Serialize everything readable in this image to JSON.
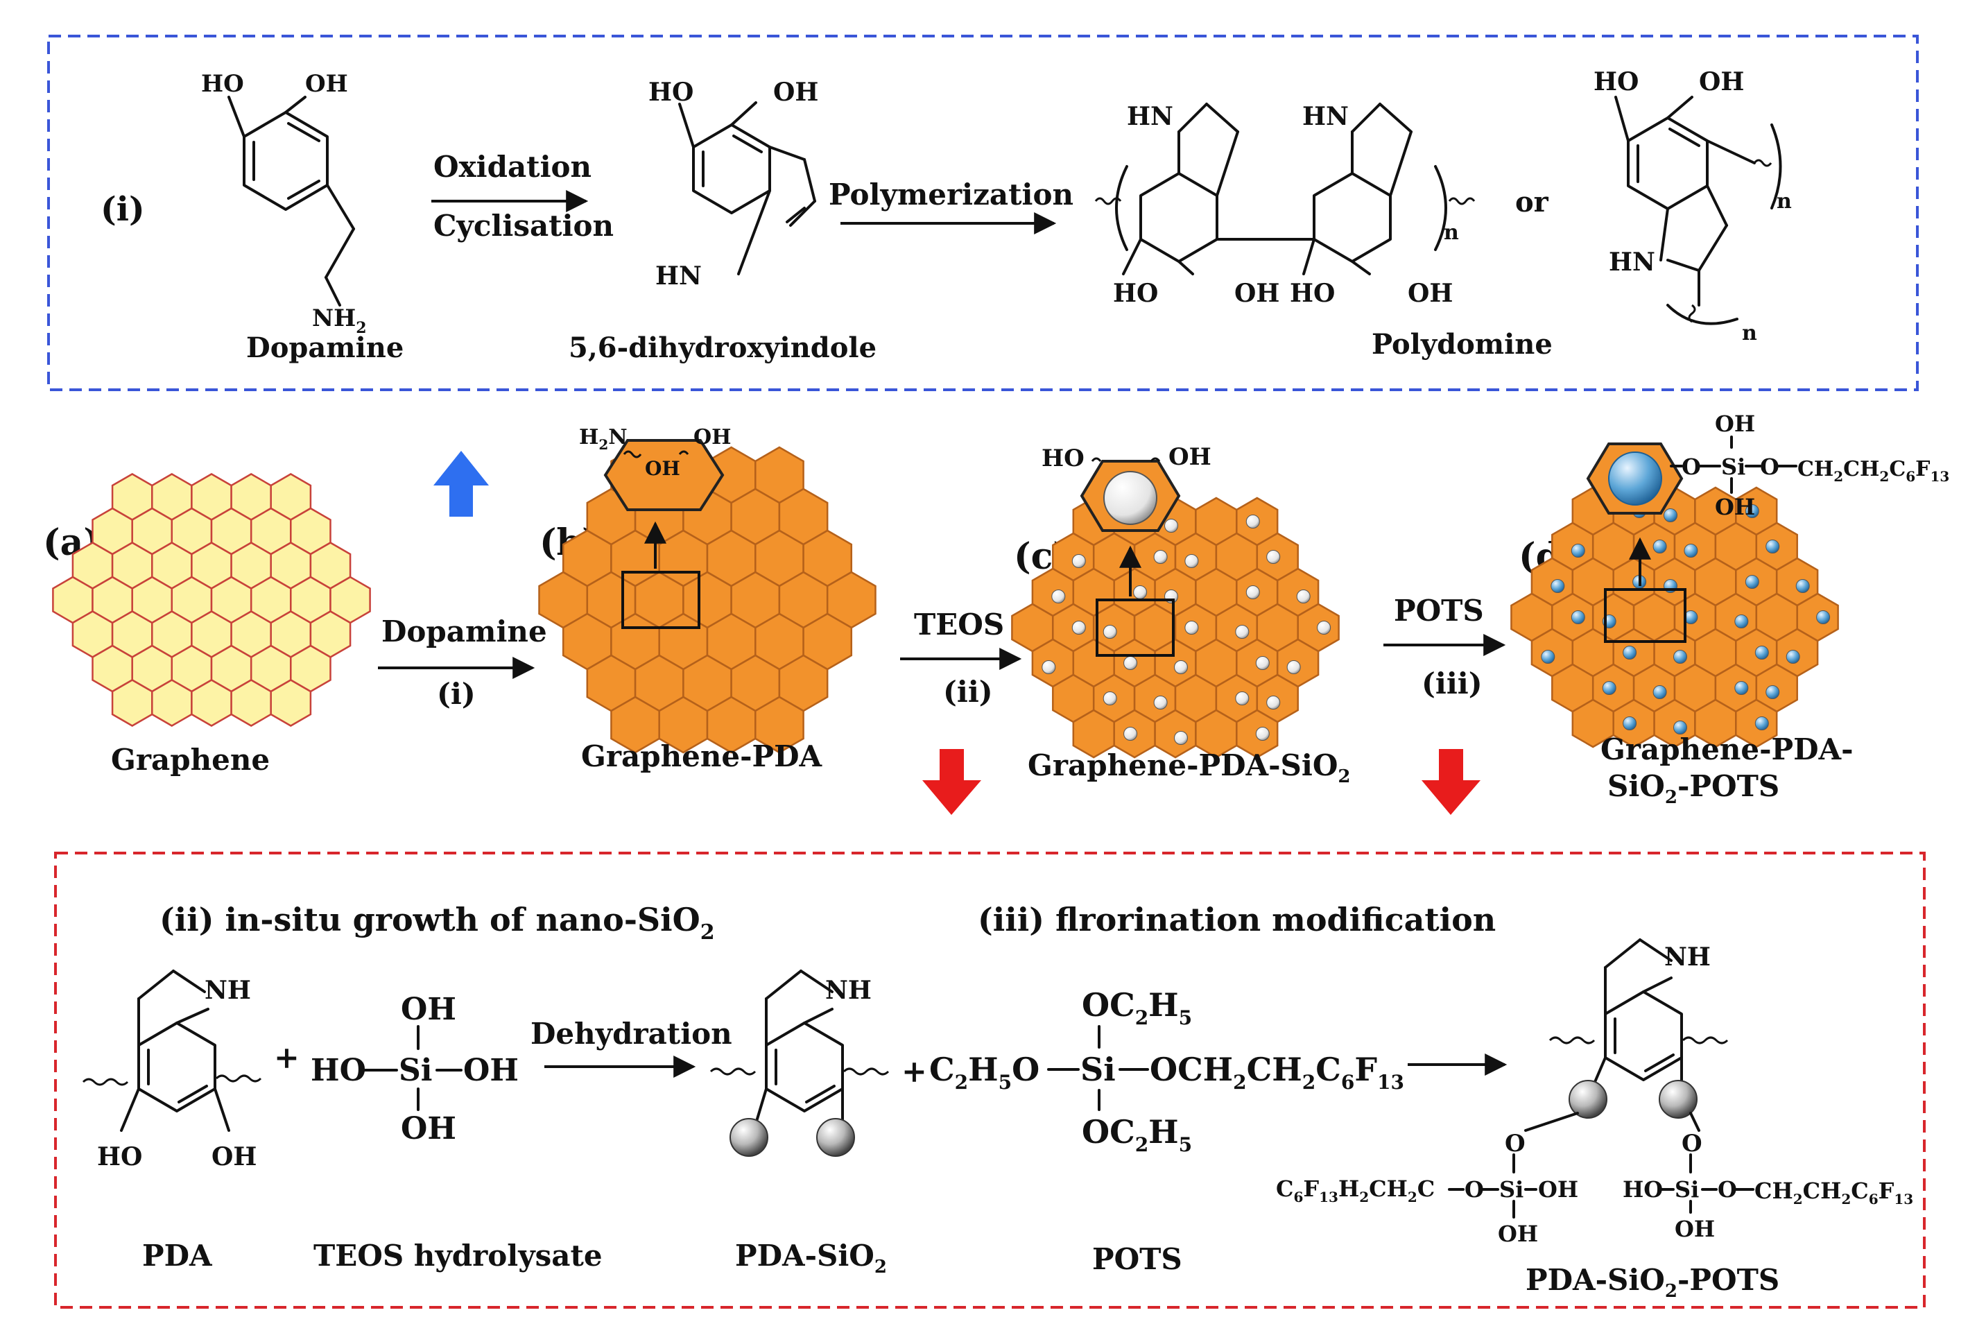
{
  "colors": {
    "top_box": "#3a56d8",
    "bottom_box": "#d8262c",
    "graphene_fill": "#fdf3a6",
    "graphene_edge": "#c8423a",
    "pda_fill": "#f2922c",
    "pda_edge": "#b5611a",
    "silica_gray": "#d8d8d8",
    "silica_blue": "#5ea7d8",
    "arrow_blue": "#2e6ff0",
    "arrow_red": "#e81c1c"
  },
  "top": {
    "step_label": "(i)",
    "oxidation": "Oxidation",
    "cyclisation": "Cyclisation",
    "polymerization": "Polymerization",
    "or_text": "or",
    "n": "n",
    "dopamine": {
      "name": "Dopamine",
      "ho": "HO",
      "oh": "OH",
      "nh2": "NH",
      "nh2_sub": "2"
    },
    "dhi": {
      "name": "5,6-dihydroxyindole",
      "ho": "HO",
      "oh": "OH",
      "hn": "HN"
    },
    "polydomine": {
      "name": "Polydomine",
      "hn1": "HN",
      "hn2": "HN",
      "ho1": "HO",
      "oh1": "OH",
      "ho2": "HO",
      "oh2": "OH"
    },
    "alt": {
      "ho": "HO",
      "oh": "OH",
      "hn": "HN"
    }
  },
  "middle": {
    "a": {
      "label": "(a)",
      "name": "Graphene"
    },
    "b": {
      "label": "(b)",
      "name": "Graphene-PDA",
      "h2n": "H",
      "h2n_sub": "2",
      "h2n_n": "N",
      "oh_top": "OH",
      "oh_in": "OH"
    },
    "c": {
      "label": "(c)",
      "name_pre": "Graphene-PDA-SiO",
      "name_sub": "2",
      "ho": "HO",
      "oh": "OH"
    },
    "d": {
      "label": "(d)",
      "name_line1": "Graphene-PDA-",
      "name_line2_pre": "SiO",
      "name_line2_sub": "2",
      "name_line2_post": "-POTS",
      "oh_top": "OH",
      "oh_bottom": "OH",
      "o1": "O",
      "si": "Si",
      "o2": "O",
      "chain_pre": "CH",
      "s1": "2",
      "chain_mid": "CH",
      "s2": "2",
      "chain_c": "C",
      "s3": "6",
      "chain_f": "F",
      "s4": "13"
    },
    "arrow1": {
      "top": "Dopamine",
      "bottom": "(i)"
    },
    "arrow2": {
      "top": "TEOS",
      "bottom": "(ii)"
    },
    "arrow3": {
      "top": "POTS",
      "bottom": "(iii)"
    }
  },
  "bottom": {
    "ii_title_pre": "(ii)  in-situ growth of nano-SiO",
    "ii_title_sub": "2",
    "iii_title": "(iii)  flrorination modification",
    "dehydration": "Dehydration",
    "plus": "+",
    "pda": {
      "name": "PDA",
      "nh": "NH",
      "ho": "HO",
      "oh": "OH"
    },
    "teos": {
      "name": "TEOS hydrolysate",
      "oh_top": "OH",
      "ho": "HO",
      "si": "Si",
      "oh_right": "OH",
      "oh_bottom": "OH"
    },
    "pdasio2": {
      "name_pre": "PDA-SiO",
      "name_sub": "2",
      "nh": "NH"
    },
    "pots": {
      "name": "POTS",
      "top_pre": "OC",
      "top_s1": "2",
      "top_h": "H",
      "top_s2": "5",
      "left_c": "C",
      "left_s1": "2",
      "left_h": "H",
      "left_s2": "5",
      "left_o": "O",
      "si": "Si",
      "right_pre": "OCH",
      "r1": "2",
      "right_ch": "CH",
      "r2": "2",
      "right_c": "C",
      "r3": "6",
      "right_f": "F",
      "r4": "13",
      "bot_pre": "OC",
      "bot_s1": "2",
      "bot_h": "H",
      "bot_s2": "5"
    },
    "product": {
      "name": "PDA-SiO",
      "name_sub": "2",
      "name_post": "-POTS",
      "nh": "NH",
      "o_left": "O",
      "o_right": "O",
      "left_chain_c": "C",
      "lc1": "6",
      "left_chain_f": "F",
      "lc2": "13",
      "left_chain_h": "H",
      "lc3": "2",
      "left_chain_ch": "CH",
      "lc4": "2",
      "left_chain_end": "C",
      "o_l2": "O",
      "si_left": "Si",
      "oh_l": "OH",
      "oh_lb": "OH",
      "ho_r": "HO",
      "si_right": "Si",
      "o_r2": "O",
      "right_chain_ch": "CH",
      "rc1": "2",
      "right_chain_ch2": "CH",
      "rc2": "2",
      "right_chain_c": "C",
      "rc3": "6",
      "right_chain_f": "F",
      "rc4": "13",
      "oh_rb": "OH"
    }
  }
}
